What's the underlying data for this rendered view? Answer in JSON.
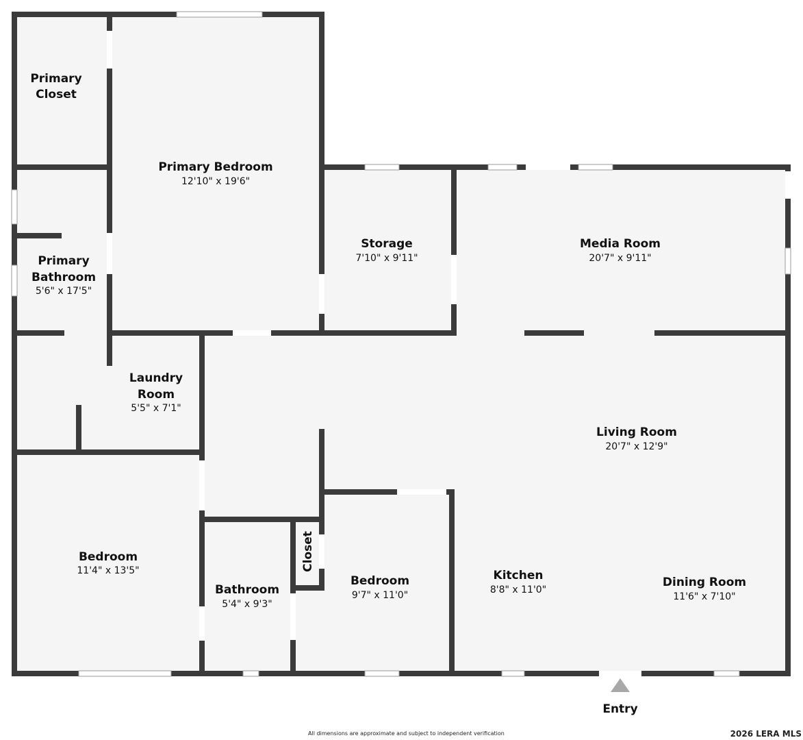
{
  "rooms": [
    {
      "name_lines": [
        "Primary",
        "Closet"
      ],
      "dims": ""
    },
    {
      "name_lines": [
        "Primary Bedroom"
      ],
      "dims": "12'10\" x 19'6\""
    },
    {
      "name_lines": [
        "Primary",
        "Bathroom"
      ],
      "dims": "5'6\" x 17'5\""
    },
    {
      "name_lines": [
        "Storage"
      ],
      "dims": "7'10\" x 9'11\""
    },
    {
      "name_lines": [
        "Media Room"
      ],
      "dims": "20'7\" x 9'11\""
    },
    {
      "name_lines": [
        "Laundry",
        "Room"
      ],
      "dims": "5'5\" x 7'1\""
    },
    {
      "name_lines": [
        "Living Room"
      ],
      "dims": "20'7\" x 12'9\""
    },
    {
      "name_lines": [
        "Bedroom"
      ],
      "dims": "11'4\" x 13'5\""
    },
    {
      "name_lines": [
        "Bathroom"
      ],
      "dims": "5'4\" x 9'3\""
    },
    {
      "name_lines": [
        "Closet"
      ],
      "dims": ""
    },
    {
      "name_lines": [
        "Bedroom"
      ],
      "dims": "9'7\" x 11'0\""
    },
    {
      "name_lines": [
        "Kitchen"
      ],
      "dims": "8'8\" x 11'0\""
    },
    {
      "name_lines": [
        "Dining Room"
      ],
      "dims": "11'6\" x 7'10\""
    }
  ],
  "entry_label": "Entry",
  "footer": "All dimensions are approximate and subject to independent verification",
  "copyright": "2026 LERA MLS"
}
